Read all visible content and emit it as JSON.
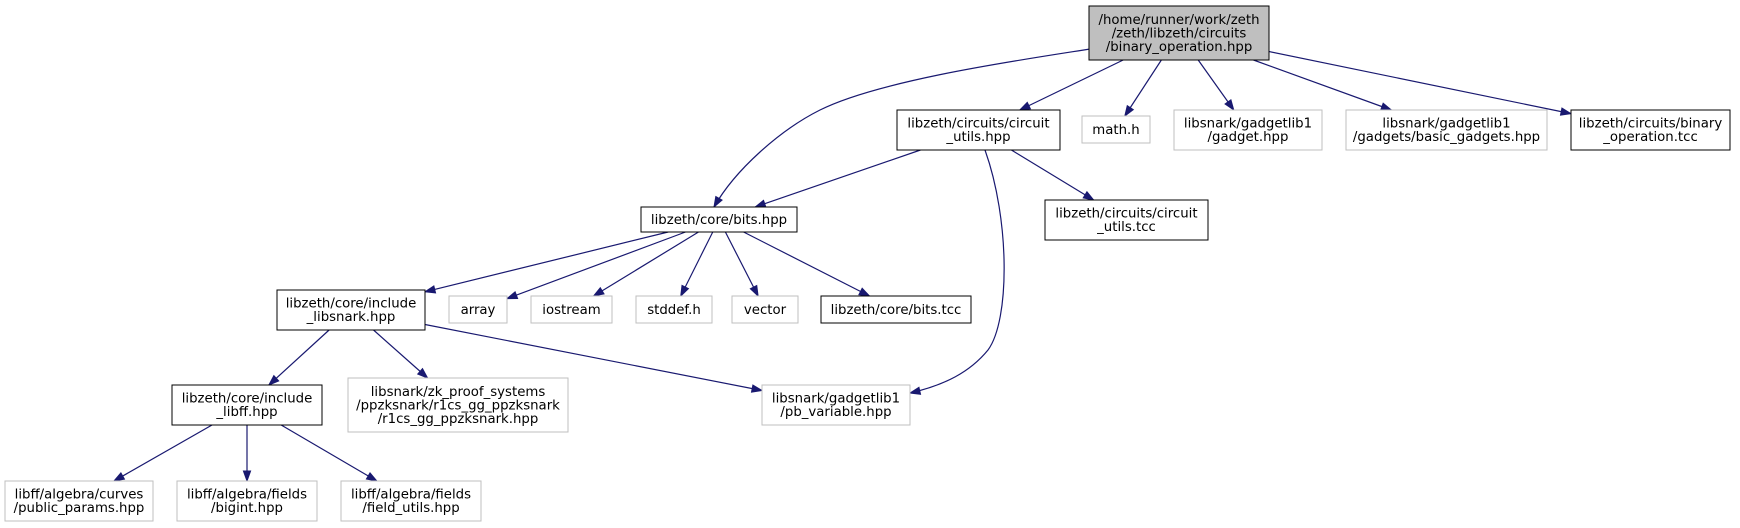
{
  "graph": {
    "nodes": [
      {
        "id": "root",
        "kind": "root",
        "lines": [
          "/home/runner/work/zeth",
          "/zeth/libzeth/circuits",
          "/binary_operation.hpp"
        ]
      },
      {
        "id": "circuit_utils_hpp",
        "kind": "local",
        "lines": [
          "libzeth/circuits/circuit",
          "_utils.hpp"
        ]
      },
      {
        "id": "math_h",
        "kind": "system",
        "lines": [
          "math.h"
        ]
      },
      {
        "id": "gadget_hpp",
        "kind": "system",
        "lines": [
          "libsnark/gadgetlib1",
          "/gadget.hpp"
        ]
      },
      {
        "id": "basic_gadgets_hpp",
        "kind": "system",
        "lines": [
          "libsnark/gadgetlib1",
          "/gadgets/basic_gadgets.hpp"
        ]
      },
      {
        "id": "binary_operation_tcc",
        "kind": "local",
        "lines": [
          "libzeth/circuits/binary",
          "_operation.tcc"
        ]
      },
      {
        "id": "bits_hpp",
        "kind": "local",
        "lines": [
          "libzeth/core/bits.hpp"
        ]
      },
      {
        "id": "circuit_utils_tcc",
        "kind": "local",
        "lines": [
          "libzeth/circuits/circuit",
          "_utils.tcc"
        ]
      },
      {
        "id": "include_libsnark_hpp",
        "kind": "local",
        "lines": [
          "libzeth/core/include",
          "_libsnark.hpp"
        ]
      },
      {
        "id": "array",
        "kind": "system",
        "lines": [
          "array"
        ]
      },
      {
        "id": "iostream",
        "kind": "system",
        "lines": [
          "iostream"
        ]
      },
      {
        "id": "stddef_h",
        "kind": "system",
        "lines": [
          "stddef.h"
        ]
      },
      {
        "id": "vector",
        "kind": "system",
        "lines": [
          "vector"
        ]
      },
      {
        "id": "bits_tcc",
        "kind": "local",
        "lines": [
          "libzeth/core/bits.tcc"
        ]
      },
      {
        "id": "include_libff_hpp",
        "kind": "local",
        "lines": [
          "libzeth/core/include",
          "_libff.hpp"
        ]
      },
      {
        "id": "r1cs_gg_ppzksnark_hpp",
        "kind": "system",
        "lines": [
          "libsnark/zk_proof_systems",
          "/ppzksnark/r1cs_gg_ppzksnark",
          "/r1cs_gg_ppzksnark.hpp"
        ]
      },
      {
        "id": "pb_variable_hpp",
        "kind": "system",
        "lines": [
          "libsnark/gadgetlib1",
          "/pb_variable.hpp"
        ]
      },
      {
        "id": "public_params_hpp",
        "kind": "system",
        "lines": [
          "libff/algebra/curves",
          "/public_params.hpp"
        ]
      },
      {
        "id": "bigint_hpp",
        "kind": "system",
        "lines": [
          "libff/algebra/fields",
          "/bigint.hpp"
        ]
      },
      {
        "id": "field_utils_hpp",
        "kind": "system",
        "lines": [
          "libff/algebra/fields",
          "/field_utils.hpp"
        ]
      }
    ],
    "edges": [
      {
        "from": "root",
        "to": "bits_hpp"
      },
      {
        "from": "root",
        "to": "circuit_utils_hpp"
      },
      {
        "from": "root",
        "to": "math_h"
      },
      {
        "from": "root",
        "to": "gadget_hpp"
      },
      {
        "from": "root",
        "to": "basic_gadgets_hpp"
      },
      {
        "from": "root",
        "to": "binary_operation_tcc"
      },
      {
        "from": "circuit_utils_hpp",
        "to": "bits_hpp"
      },
      {
        "from": "circuit_utils_hpp",
        "to": "circuit_utils_tcc"
      },
      {
        "from": "circuit_utils_hpp",
        "to": "pb_variable_hpp"
      },
      {
        "from": "bits_hpp",
        "to": "include_libsnark_hpp"
      },
      {
        "from": "bits_hpp",
        "to": "array"
      },
      {
        "from": "bits_hpp",
        "to": "iostream"
      },
      {
        "from": "bits_hpp",
        "to": "stddef_h"
      },
      {
        "from": "bits_hpp",
        "to": "vector"
      },
      {
        "from": "bits_hpp",
        "to": "bits_tcc"
      },
      {
        "from": "include_libsnark_hpp",
        "to": "include_libff_hpp"
      },
      {
        "from": "include_libsnark_hpp",
        "to": "r1cs_gg_ppzksnark_hpp"
      },
      {
        "from": "include_libsnark_hpp",
        "to": "pb_variable_hpp"
      },
      {
        "from": "include_libff_hpp",
        "to": "public_params_hpp"
      },
      {
        "from": "include_libff_hpp",
        "to": "bigint_hpp"
      },
      {
        "from": "include_libff_hpp",
        "to": "field_utils_hpp"
      }
    ],
    "colors": {
      "edge": "#191970",
      "root_fill": "#bfbfbf",
      "local_border": "#000000",
      "system_border": "#bfbfbf"
    }
  }
}
